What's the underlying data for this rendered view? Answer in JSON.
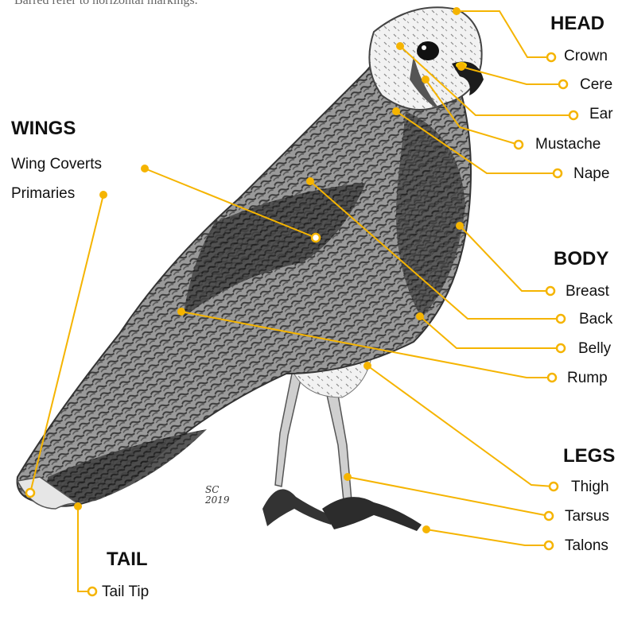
{
  "caption": "Barred refer to horizontal markings.",
  "accent_color": "#f5b400",
  "signature": {
    "initials": "SC",
    "year": "2019"
  },
  "groups": {
    "head": {
      "title": "HEAD",
      "labels": [
        "Crown",
        "Cere",
        "Ear",
        "Mustache",
        "Nape"
      ]
    },
    "wings": {
      "title": "WINGS",
      "labels": [
        "Wing Coverts",
        "Primaries"
      ]
    },
    "body": {
      "title": "BODY",
      "labels": [
        "Breast",
        "Back",
        "Belly",
        "Rump"
      ]
    },
    "legs": {
      "title": "LEGS",
      "labels": [
        "Thigh",
        "Tarsus",
        "Talons"
      ]
    },
    "tail": {
      "title": "TAIL",
      "labels": [
        "Tail Tip"
      ]
    }
  }
}
